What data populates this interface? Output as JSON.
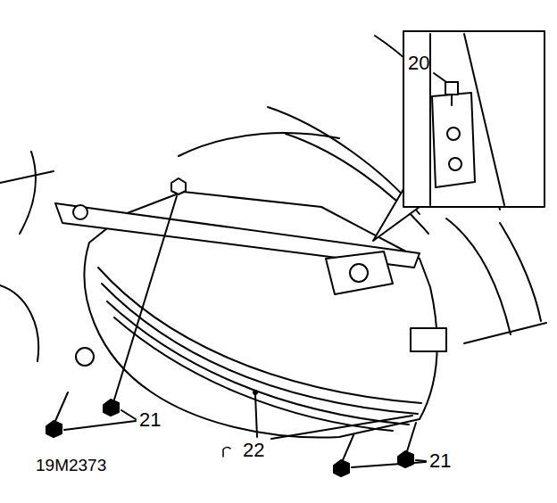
{
  "diagram": {
    "labels": [
      "20",
      "21",
      "19M2373",
      "22",
      "21"
    ]
  }
}
